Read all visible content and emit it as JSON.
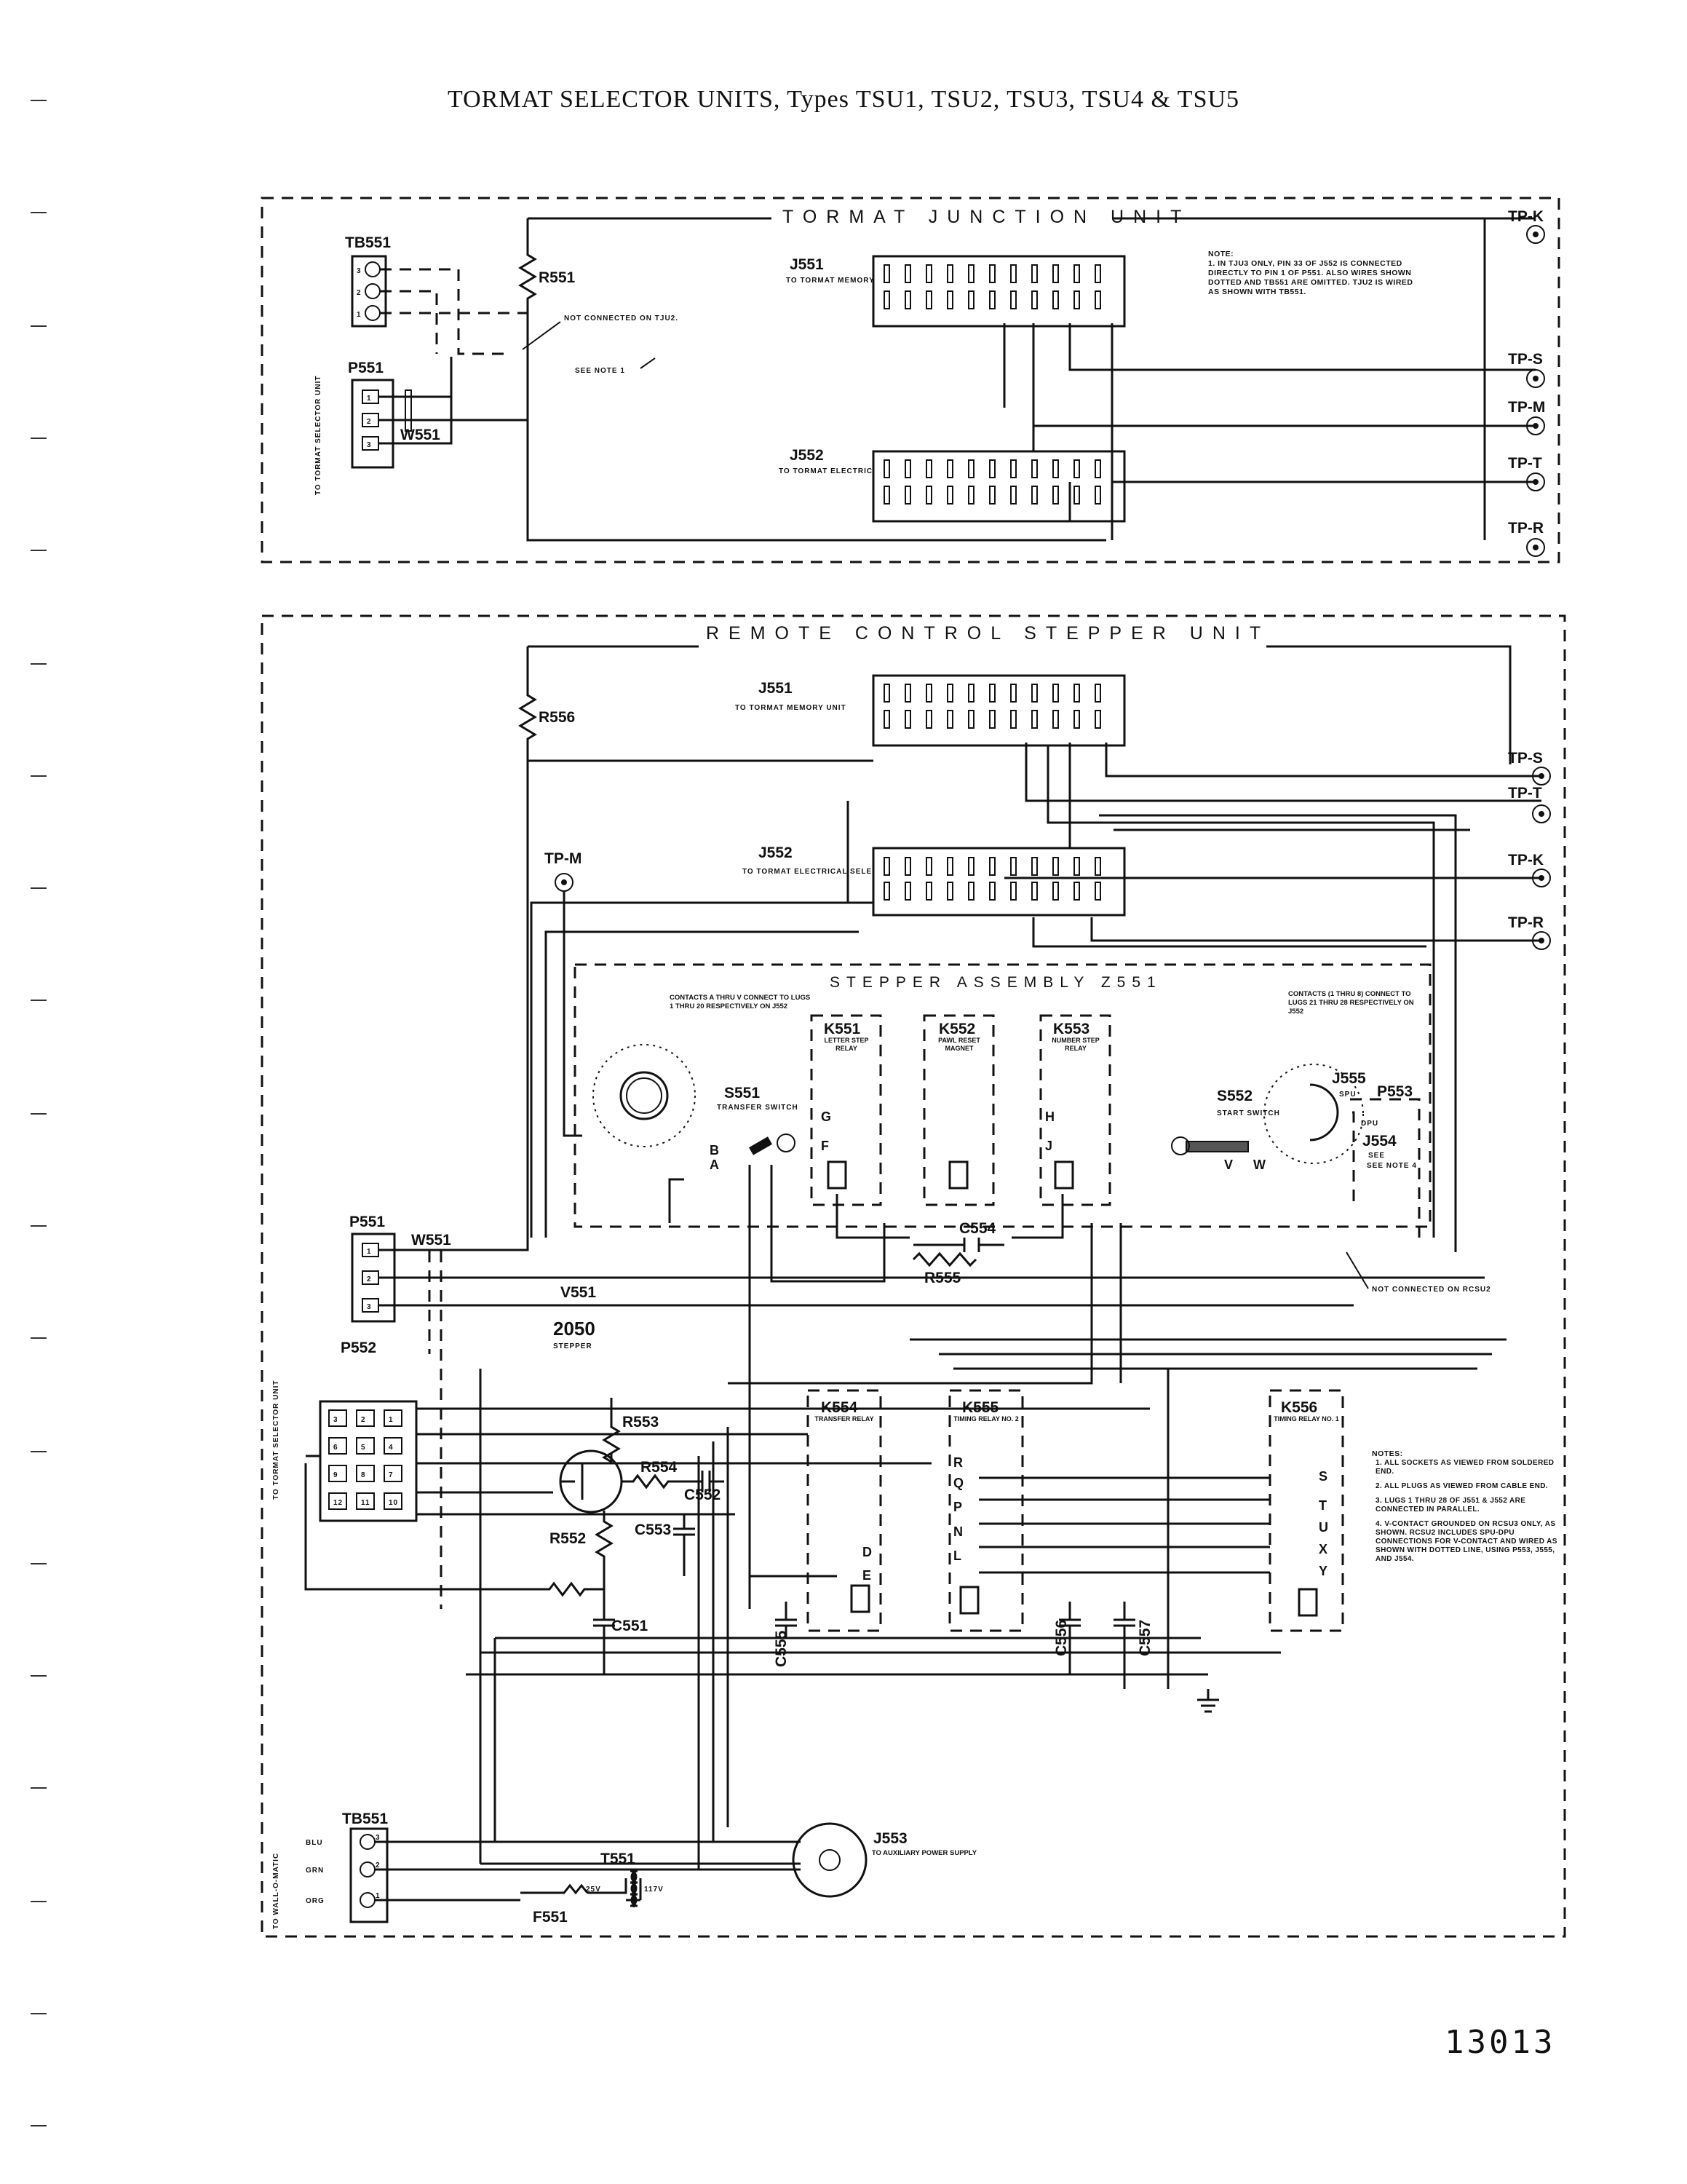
{
  "page": {
    "title": "TORMAT SELECTOR UNITS, Types TSU1, TSU2, TSU3, TSU4 & TSU5",
    "number": "13013"
  },
  "junction_unit": {
    "title": "TORMAT JUNCTION UNIT",
    "tb551": "TB551",
    "tb_lugs": [
      "3",
      "2",
      "1"
    ],
    "r551": "R551",
    "p551": "P551",
    "p_pins": [
      "1",
      "2",
      "3"
    ],
    "w551": "W551",
    "side_label": "TO TORMAT SELECTOR UNIT",
    "not_connected": "NOT CONNECTED ON TJU2.",
    "see_note": "SEE NOTE 1",
    "j551": "J551",
    "j551_desc": "TO TORMAT MEMORY UNIT",
    "j552": "J552",
    "j552_desc": "TO TORMAT ELECTRICAL SELECTOR",
    "note_title": "NOTE:",
    "note_text": "1. IN TJU3 ONLY, PIN 33 OF J552 IS CONNECTED DIRECTLY TO PIN 1 OF P551. ALSO WIRES SHOWN DOTTED AND TB551 ARE OMITTED. TJU2 IS WIRED AS SHOWN WITH TB551.",
    "tps": [
      "TP-K",
      "TP-S",
      "TP-M",
      "TP-T",
      "TP-R"
    ]
  },
  "stepper_unit": {
    "title": "REMOTE CONTROL STEPPER UNIT",
    "r556": "R556",
    "j551": "J551",
    "j551_desc": "TO TORMAT MEMORY UNIT",
    "j552": "J552",
    "j552_desc": "TO TORMAT ELECTRICAL SELECTOR",
    "tp_m": "TP-M",
    "tps": [
      "TP-S",
      "TP-T",
      "TP-K",
      "TP-R"
    ],
    "assembly": "STEPPER ASSEMBLY Z551",
    "contacts_a": "CONTACTS A THRU V CONNECT TO LUGS 1 THRU 20 RESPECTIVELY ON J552",
    "contacts_b": "CONTACTS (1 THRU 8) CONNECT TO LUGS 21 THRU 28 RESPECTIVELY ON J552",
    "s551": "S551",
    "s551_desc": "TRANSFER SWITCH",
    "k551": "K551",
    "k551_desc": "LETTER STEP RELAY",
    "k552": "K552",
    "k552_desc": "PAWL RESET MAGNET",
    "k553": "K553",
    "k553_desc": "NUMBER STEP RELAY",
    "s552": "S552",
    "s552_desc": "START SWITCH",
    "j555": "J555",
    "spu": "SPU",
    "p553": "P553",
    "dpu": "DPU",
    "j554": "J554",
    "see_note4": "SEE NOTE 4",
    "c554": "C554",
    "r555": "R555",
    "p551": "P551",
    "p551_pins": [
      "1",
      "2",
      "3"
    ],
    "w551": "W551",
    "v551": "V551",
    "stepper_no": "2050",
    "stepper_word": "STEPPER",
    "side_label": "TO TORMAT SELECTOR UNIT",
    "p552": "P552",
    "p552_pins": [
      "3",
      "2",
      "1",
      "6",
      "5",
      "4",
      "9",
      "8",
      "7",
      "12",
      "11",
      "10"
    ],
    "r553": "R553",
    "r554": "R554",
    "c552": "C552",
    "c553": "C553",
    "r552": "R552",
    "c551": "C551",
    "k554": "K554",
    "k554_desc": "TRANSFER RELAY",
    "k555": "K555",
    "k555_desc": "TIMING RELAY NO. 2",
    "k556": "K556",
    "k556_desc": "TIMING RELAY NO. 1",
    "c555": "C555",
    "c556": "C556",
    "c557": "C557",
    "not_connected": "NOT CONNECTED ON RCSU2",
    "notes_title": "NOTES:",
    "notes": [
      "1. ALL SOCKETS AS VIEWED FROM SOLDERED END.",
      "2. ALL PLUGS AS VIEWED FROM CABLE END.",
      "3. LUGS 1 THRU 28 OF J551 & J552 ARE CONNECTED IN PARALLEL.",
      "4. V-CONTACT GROUNDED ON RCSU3 ONLY, AS SHOWN. RCSU2 INCLUDES SPU-DPU CONNECTIONS FOR V-CONTACT AND WIRED AS SHOWN WITH DOTTED LINE, USING P553, J555, AND J554."
    ],
    "tb551": "TB551",
    "tb_pins": [
      "3",
      "2",
      "1"
    ],
    "tb_wires": [
      "BLU",
      "GRN",
      "ORG"
    ],
    "wall_label": "TO WALL-O-MATIC",
    "t551": "T551",
    "v25": "25V",
    "v117": "117V",
    "f551": "F551",
    "j553": "J553",
    "j553_desc": "TO AUXILIARY POWER SUPPLY"
  }
}
